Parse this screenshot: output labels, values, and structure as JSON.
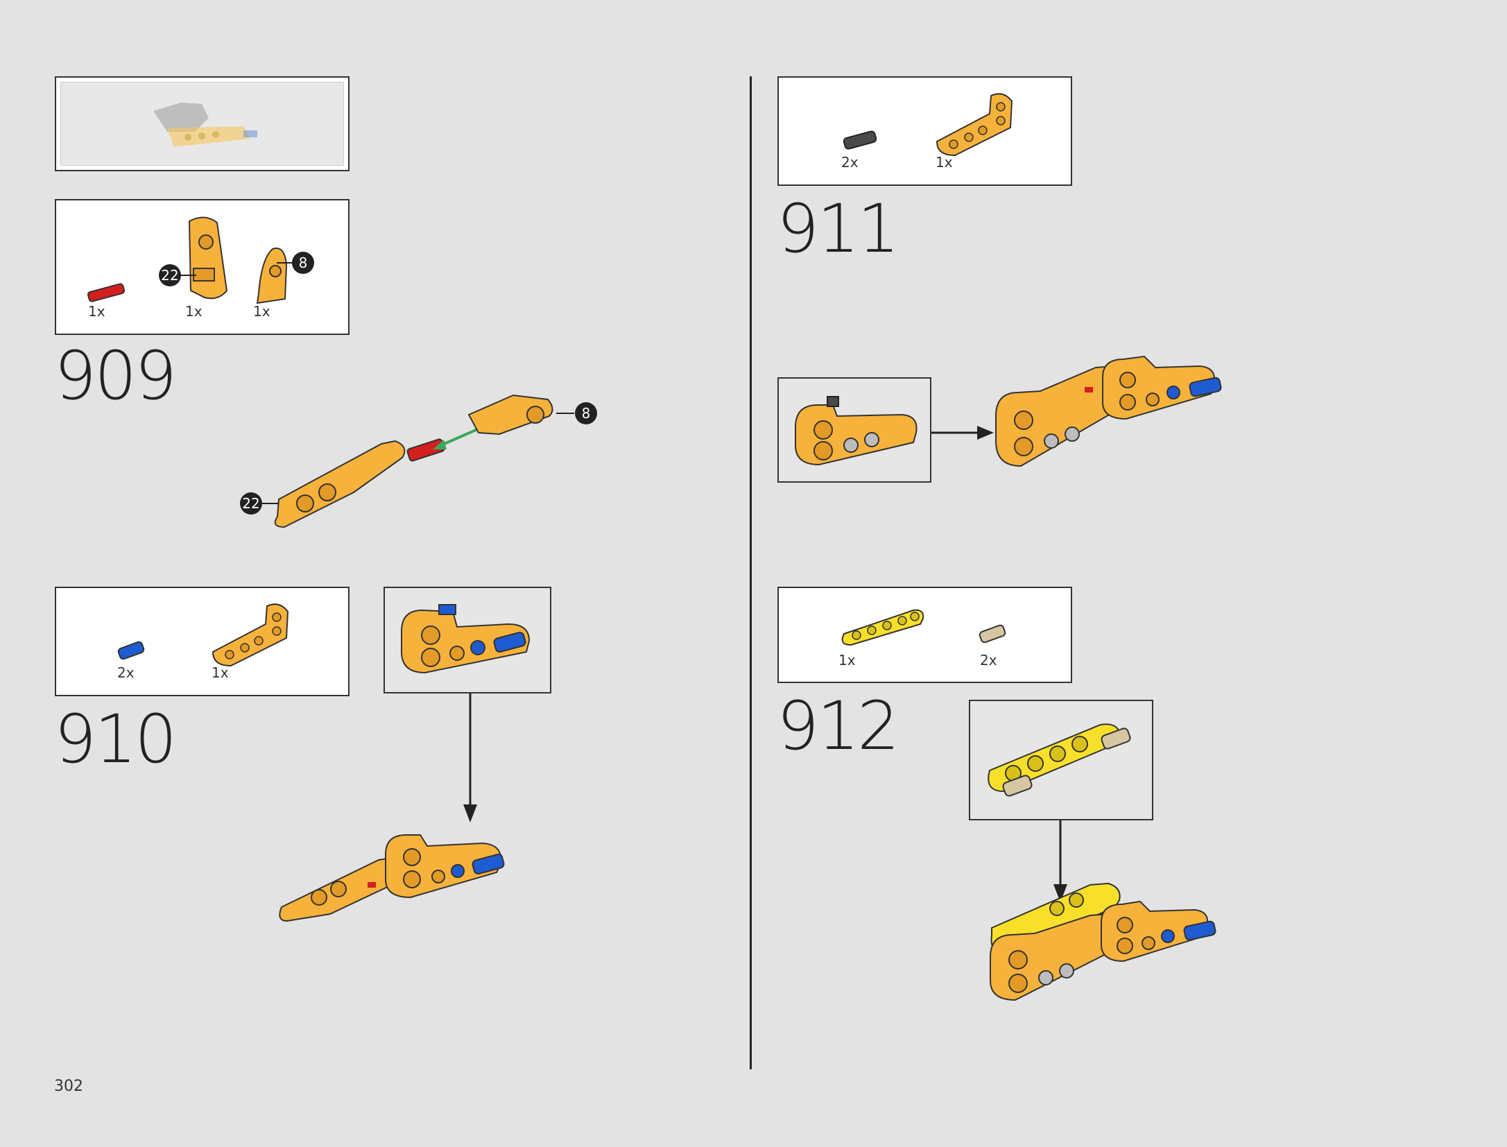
{
  "page_number": "302",
  "steps": [
    {
      "number": "909",
      "parts": [
        {
          "qty": "1x"
        },
        {
          "qty": "1x"
        },
        {
          "qty": "1x"
        }
      ],
      "callouts": [
        "22",
        "8"
      ]
    },
    {
      "number": "910",
      "parts": [
        {
          "qty": "2x"
        },
        {
          "qty": "1x"
        }
      ]
    },
    {
      "number": "911",
      "parts": [
        {
          "qty": "2x"
        },
        {
          "qty": "1x"
        }
      ]
    },
    {
      "number": "912",
      "parts": [
        {
          "qty": "1x"
        },
        {
          "qty": "2x"
        }
      ]
    }
  ],
  "colors": {
    "orange": "#f7b23b",
    "yellow": "#f8e02a",
    "red": "#d41f1f",
    "blue": "#1f5bd1",
    "green": "#3aa85a",
    "tan": "#d8c6a2",
    "dark": "#333333"
  }
}
